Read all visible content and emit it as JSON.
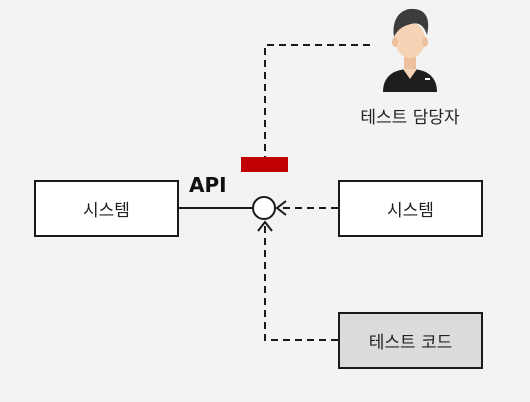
{
  "nodes": {
    "system_left": "시스템",
    "system_right": "시스템",
    "test_code": "테스트 코드",
    "test_person": "테스트 담당자"
  },
  "labels": {
    "api": "API"
  },
  "colors": {
    "background": "#f3f3f3",
    "box_border": "#1a1a1a",
    "test_code_fill": "#dcdcdc",
    "blocker_red": "#c00000",
    "person_skin": "#f7d3b6",
    "person_hair": "#3c3c3c"
  },
  "icons": {
    "person": "person-icon",
    "blocker": "blocked-connection-marker",
    "interface": "api-interface-circle"
  }
}
